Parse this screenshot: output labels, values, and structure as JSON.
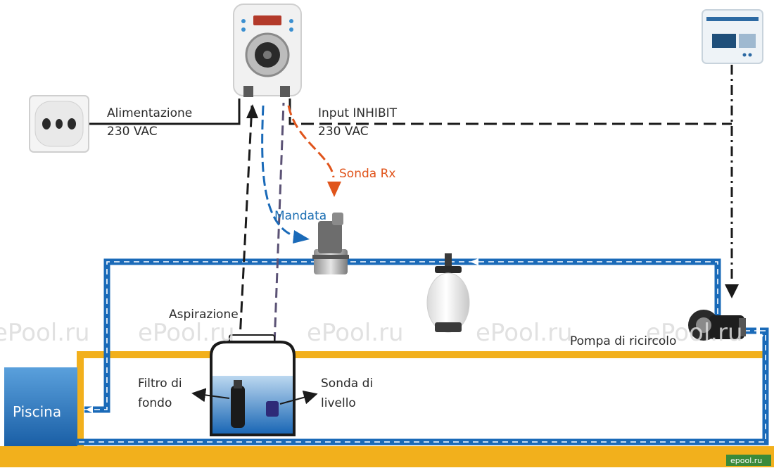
{
  "labels": {
    "alimentazione": "Alimentazione",
    "alimentazione_v": "230 VAC",
    "input_inhibit": "Input INHIBIT",
    "input_inhibit_v": "230 VAC",
    "sonda_rx": "Sonda Rx",
    "mandata": "Mandata",
    "aspirazione": "Aspirazione",
    "filtro_1": "Filtro di",
    "filtro_2": "fondo",
    "sonda_livello_1": "Sonda di",
    "sonda_livello_2": "livello",
    "pompa": "Pompa di ricircolo",
    "piscina": "Piscina"
  },
  "watermark": "ePool.ru",
  "badge": "epool.ru",
  "colors": {
    "pipe_blue": "#1a6ab8",
    "pipe_yellow": "#f2b01c",
    "power_black": "#1a1a1a",
    "probe_orange": "#e0541b",
    "tube_purple": "#5b5275",
    "pool_blue": "#2f7dc4"
  },
  "components": {
    "socket": "power-socket",
    "pump": "peristaltic-pump",
    "controller": "control-unit",
    "probe_holder": "probe-holder",
    "sand_filter": "sand-filter",
    "circ_pump": "circulation-pump",
    "tank": "suction-tank"
  }
}
